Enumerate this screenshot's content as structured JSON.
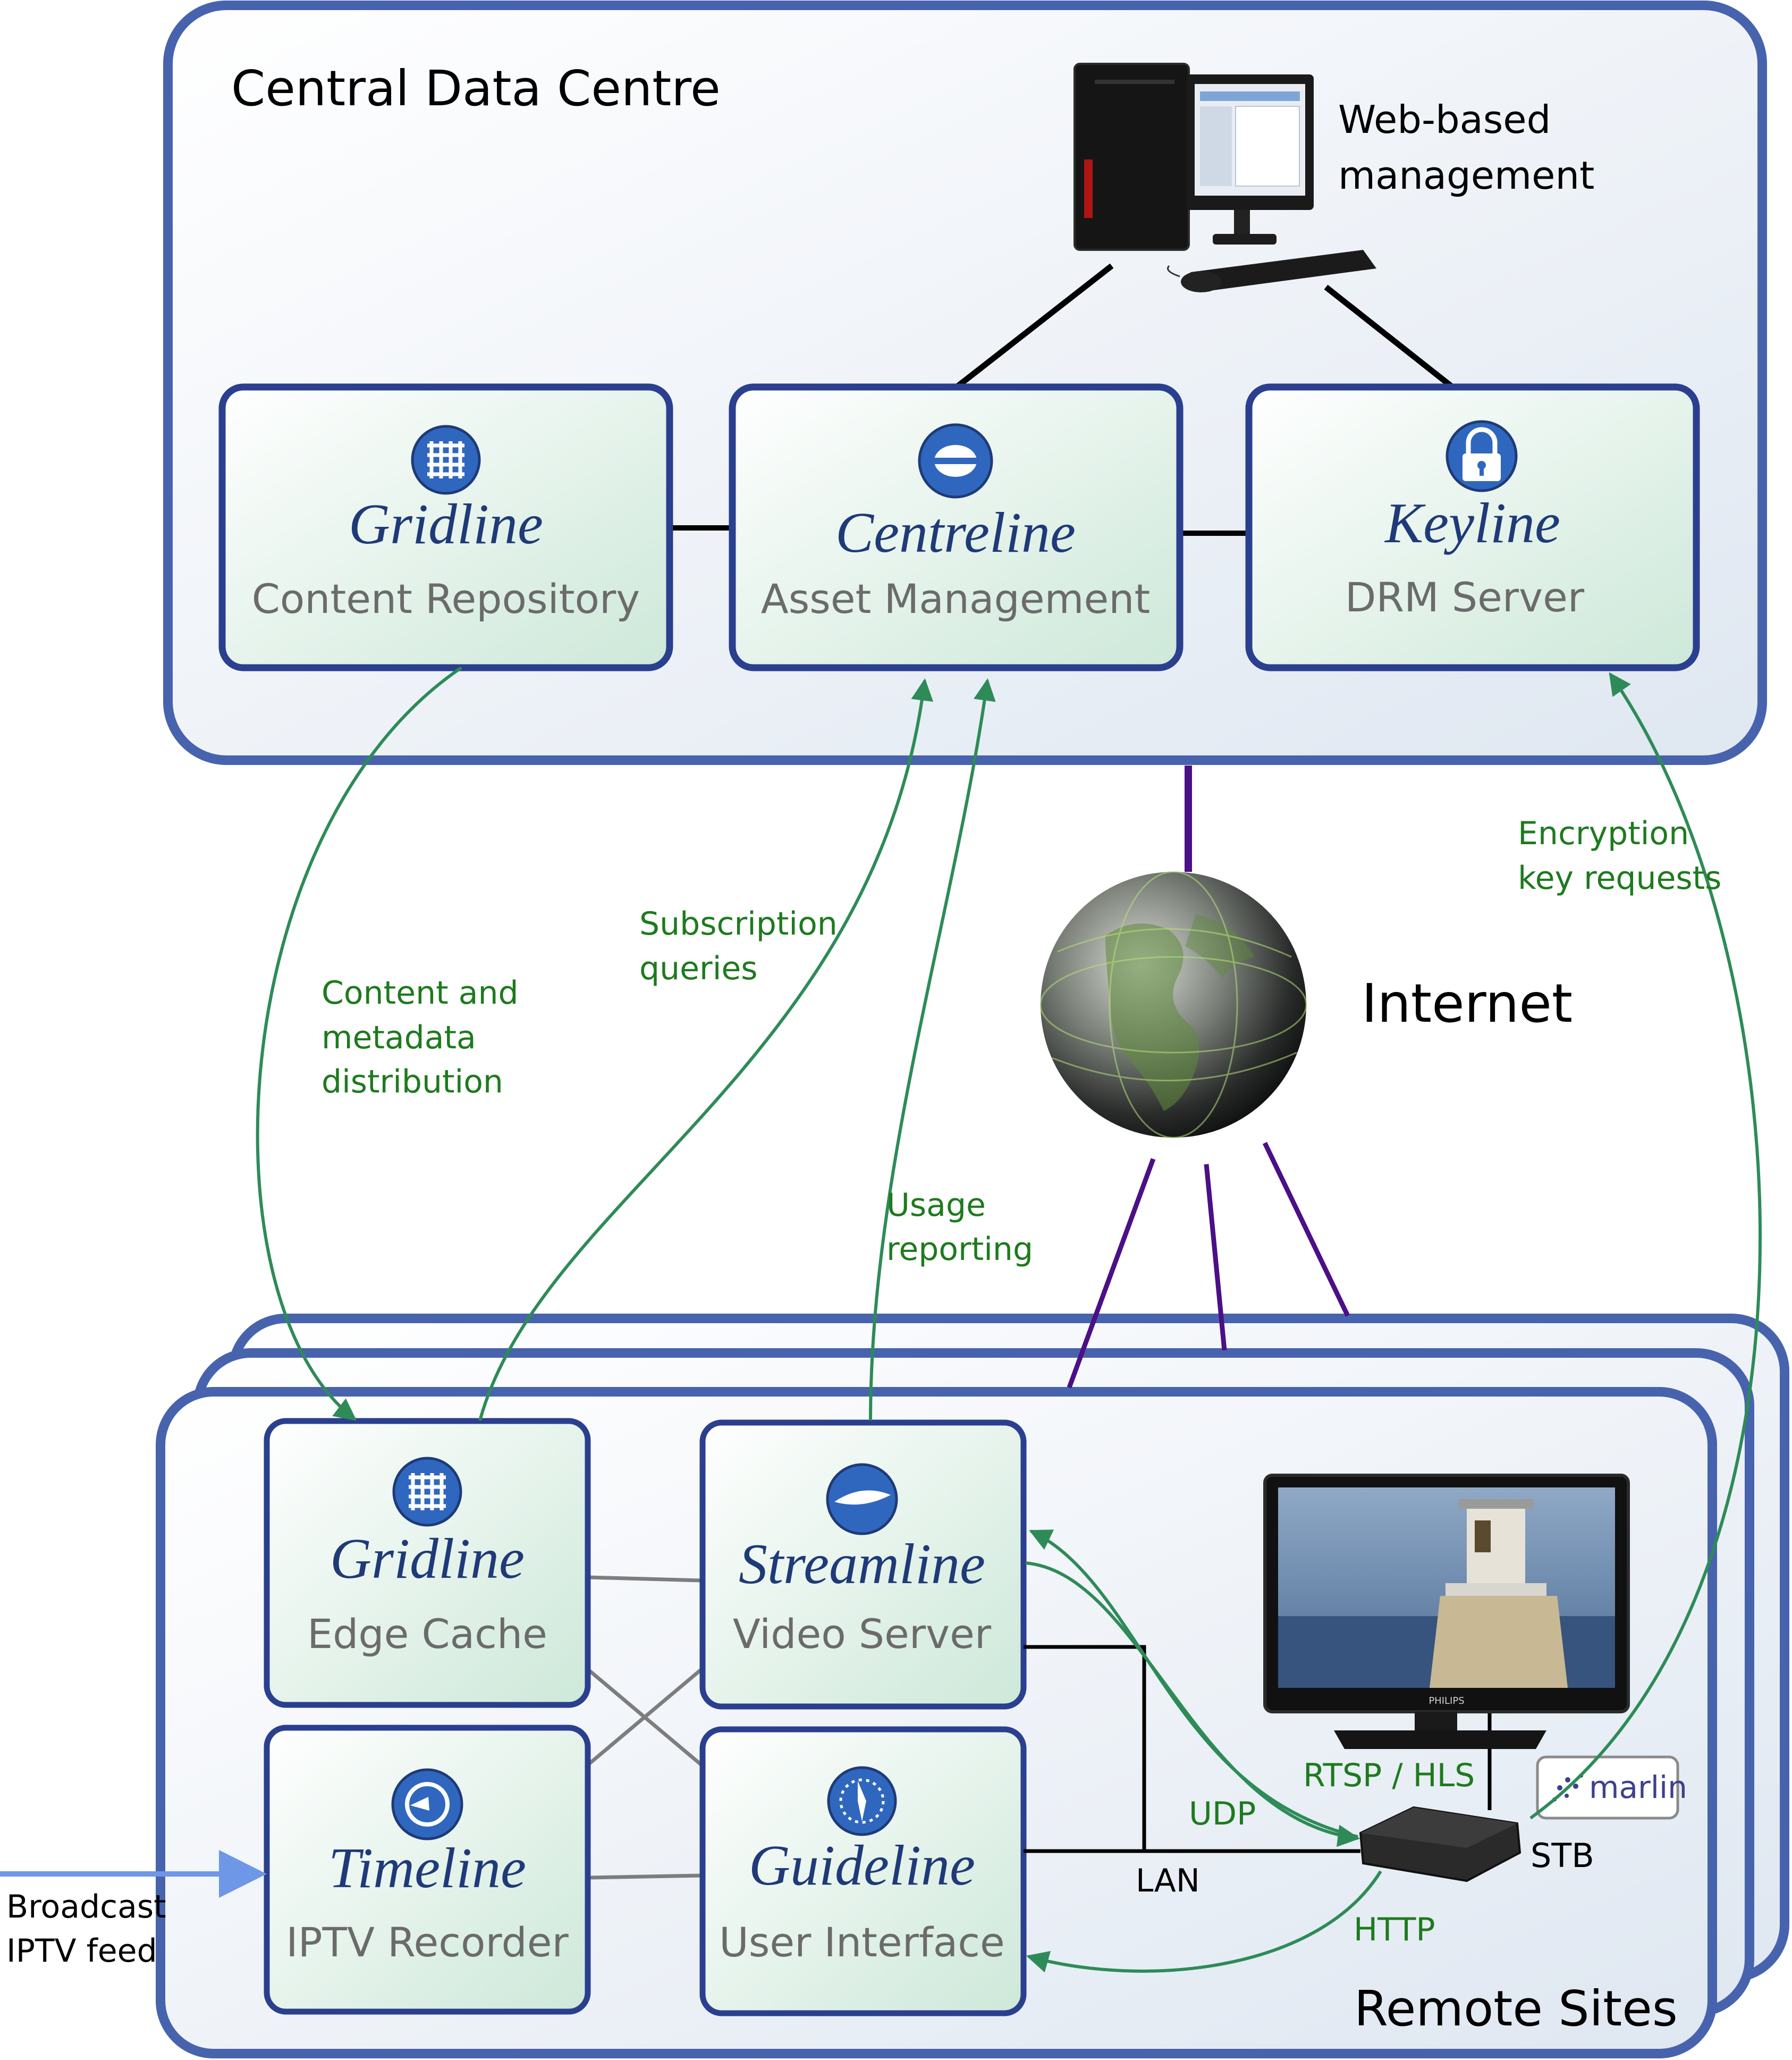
{
  "central": {
    "title": "Central Data Centre",
    "web_mgmt_line1": "Web-based",
    "web_mgmt_line2": "management"
  },
  "central_boxes": [
    {
      "product": "Gridline",
      "subtitle": "Content Repository",
      "icon": "grid-icon"
    },
    {
      "product": "Centreline",
      "subtitle": "Asset Management",
      "icon": "centreline-disc-icon"
    },
    {
      "product": "Keyline",
      "subtitle": "DRM Server",
      "icon": "padlock-icon"
    }
  ],
  "internet_label": "Internet",
  "flows": {
    "content_line1": "Content and",
    "content_line2": "metadata",
    "content_line3": "distribution",
    "subscription_line1": "Subscription",
    "subscription_line2": "queries",
    "usage_line1": "Usage",
    "usage_line2": "reporting",
    "encryption_line1": "Encryption",
    "encryption_line2": "key requests"
  },
  "remote": {
    "title": "Remote Sites",
    "boxes": [
      {
        "product": "Gridline",
        "subtitle": "Edge Cache",
        "icon": "grid-icon"
      },
      {
        "product": "Streamline",
        "subtitle": "Video Server",
        "icon": "streamline-icon"
      },
      {
        "product": "Timeline",
        "subtitle": "IPTV Recorder",
        "icon": "timeline-icon"
      },
      {
        "product": "Guideline",
        "subtitle": "User Interface",
        "icon": "compass-icon"
      }
    ],
    "protocols": {
      "rtsp": "RTSP / HLS",
      "udp": "UDP",
      "http": "HTTP",
      "lan": "LAN",
      "stb": "STB"
    },
    "tv_brand": "PHILIPS",
    "marlin_logo": "marlin",
    "broadcast_line1": "Broadcast",
    "broadcast_line2": "IPTV feed"
  },
  "colors": {
    "frame_blue": "#4763ad",
    "box_border": "#2b3f8f",
    "product_blue": "#1f3a78",
    "flow_green": "#2e8b57",
    "label_green": "#1e7a1e",
    "internet_purple": "#4b0f86",
    "feed_blue": "#6f97e8"
  }
}
